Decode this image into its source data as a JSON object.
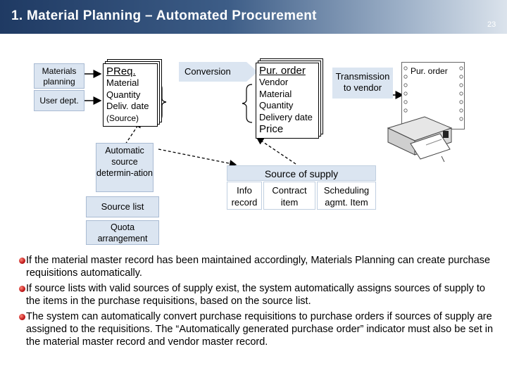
{
  "header": {
    "title": "1. Material Planning – Automated Procurement",
    "page_number": "23"
  },
  "left_labels": {
    "materials_planning": "Materials planning",
    "user_dept": "User dept.",
    "automatic_source": "Automatic source determin-ation",
    "source_list": "Source list",
    "quota": "Quota arrangement"
  },
  "preq": {
    "title": "PReq.",
    "rows": [
      "Material",
      "Quantity",
      "Deliv. date",
      "(Source)"
    ]
  },
  "conversion": "Conversion",
  "po": {
    "title": "Pur. order",
    "rows": [
      "Vendor",
      "Material",
      "Quantity",
      "Delivery date"
    ],
    "footer": "Price"
  },
  "transmission": "Transmission to vendor",
  "printed_po": "Pur. order",
  "source_of_supply": {
    "title": "Source of supply",
    "items": [
      "Info record",
      "Contract item",
      "Scheduling agmt. Item"
    ]
  },
  "bullets": [
    "If the material master record has been maintained accordingly, Materials Planning can create purchase requisitions automatically.",
    "If source lists with valid sources of supply exist, the system automatically assigns sources of supply to the items in the purchase requisitions, based on the source list.",
    " The system can automatically convert purchase requisitions to purchase orders if sources of supply are assigned to the requisitions. The “Automatically generated purchase order” indicator must also be set in the material master record and vendor master record."
  ],
  "colors": {
    "header_dark": "#1f3a63",
    "label_bg": "#dbe5f1",
    "bullet": "#c0191b"
  }
}
